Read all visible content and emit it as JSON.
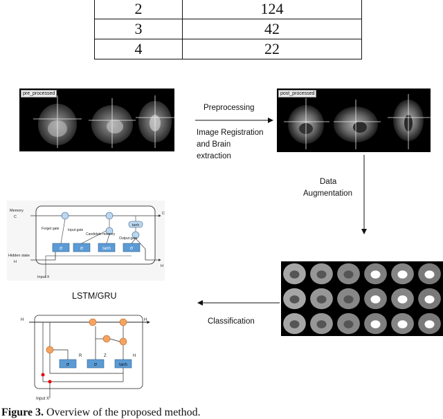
{
  "table": {
    "rows": [
      {
        "a": "2",
        "b": "124"
      },
      {
        "a": "3",
        "b": "42"
      },
      {
        "a": "4",
        "b": "22"
      }
    ]
  },
  "pre_panel": {
    "tag": "pre_processed"
  },
  "post_panel": {
    "tag": "post_processed"
  },
  "labels": {
    "preprocessing": "Preprocessing",
    "registration_line1": "Image Registration",
    "registration_line2": "and Brain",
    "registration_line3": "extraction",
    "data_aug_line1": "Data",
    "data_aug_line2": "Augmentation",
    "lstm_gru": "LSTM/GRU",
    "classification": "Classification"
  },
  "lstm": {
    "memory": "Memory",
    "c_prev": "C",
    "c_out": "C",
    "hidden_state": "Hidden state",
    "h_prev": "H",
    "h_out": "H",
    "input": "Input X",
    "forget_gate": "Forget gate",
    "input_gate": "Input gate",
    "candidate_memory": "Candidate memory",
    "output_gate": "Output gate",
    "tanh": "tanh",
    "sigma": "σ"
  },
  "gru": {
    "h_in": "H",
    "h_out": "H",
    "r_label": "R",
    "z_label": "Z",
    "h_tilde": "H",
    "sigma": "σ",
    "tanh": "tanh",
    "input": "Input X"
  },
  "caption": {
    "prefix": "Figure 3.",
    "text": "Overview of the proposed method."
  }
}
